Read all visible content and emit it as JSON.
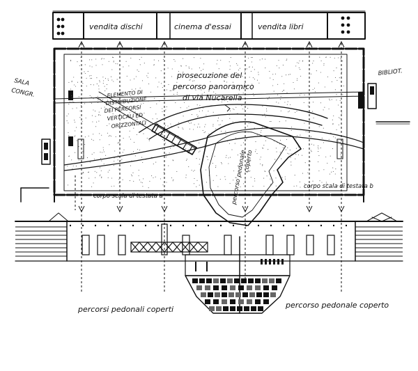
{
  "labels": {
    "shop_records": "vendita dischi",
    "cinema": "cinema d'essai",
    "shop_books": "vendita libri",
    "sala": "SALA",
    "congr": "CONGR.",
    "bibliot": "BIBLIOT.",
    "prosecuzione_1": "prosecuzione del",
    "prosecuzione_2": "percorso panoramico",
    "prosecuzione_3": "di via Nucarella",
    "elemento_1": "ELEMENTO DI",
    "elemento_2": "DISTRIBUZIONE",
    "elemento_3": "DEI PERCORSI",
    "elemento_4": "VERTICALI ED",
    "elemento_5": "ORIZZONTALI",
    "coperto_1": "percorso pedonale",
    "coperto_2": "coperto",
    "scala_a": "corpo scala di testata a",
    "scala_b": "corpo scala di testata b",
    "percorsi_left": "percorsi pedonali coperti",
    "percorso_right": "percorso pedonale coperto"
  },
  "colors": {
    "ink": "#111111",
    "paper": "#ffffff",
    "stipple": "#555555"
  }
}
